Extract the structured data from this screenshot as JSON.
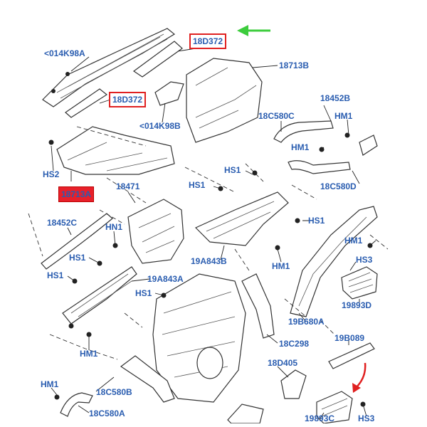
{
  "labels": {
    "l014k98a_top": "<014K98A",
    "l18d372_top": "18D372",
    "l18713b": "18713B",
    "l18d372_mid": "18D372",
    "l014k98b": "<014K98B",
    "l18452b": "18452B",
    "l18c580c": "18C580C",
    "hm1_a": "HM1",
    "hm1_b": "HM1",
    "hs2": "HS2",
    "l18713a": "18713A",
    "hs1_a": "HS1",
    "hs1_b": "HS1",
    "l18471": "18471",
    "l18c580d": "18C580D",
    "l18452c": "18452C",
    "hn1": "HN1",
    "hs1_c": "HS1",
    "hm1_c": "HM1",
    "hs3_a": "HS3",
    "hs1_d": "HS1",
    "l19a843b": "19A843B",
    "hm1_d": "HM1",
    "hs1_e": "HS1",
    "l19a843a": "19A843A",
    "hs1_f": "HS1",
    "l19893d": "19893D",
    "l19b680a": "19B680A",
    "hm1_e": "HM1",
    "l18c298": "18C298",
    "l19b089": "19B089",
    "l18d405": "18D405",
    "hm1_f": "HM1",
    "l18c580b": "18C580B",
    "l18c580a": "18C580A",
    "l19893c": "19893C",
    "hs3_b": "HS3"
  },
  "colors": {
    "label_text": "#2a5db0",
    "highlight_box": "#e02020",
    "green_arrow": "#3ccc3c",
    "red_arrow": "#e02020"
  }
}
